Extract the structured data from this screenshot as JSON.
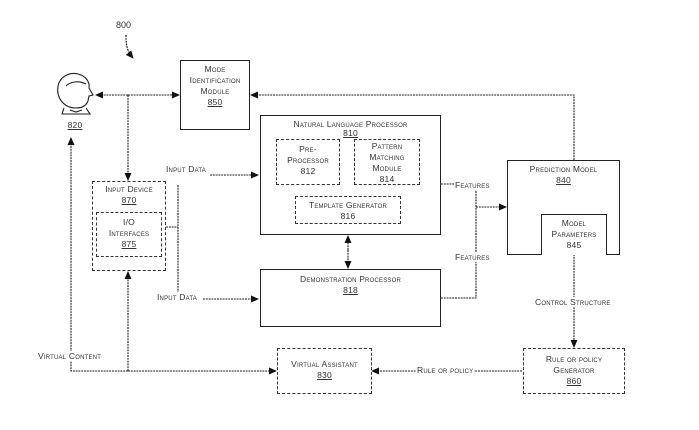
{
  "figure": {
    "ref": "800"
  },
  "user": {
    "ref": "820",
    "icon": "person-head-icon"
  },
  "nodes": {
    "mode_identification": {
      "title_lines": [
        "Mode",
        "Identification",
        "Module"
      ],
      "ref": "850"
    },
    "natural_language_processor": {
      "title": "Natural Language Processor",
      "ref": "810"
    },
    "pre_processor": {
      "title_lines": [
        "Pre-",
        "Processor"
      ],
      "ref": "812"
    },
    "pattern_matching": {
      "title_lines": [
        "Pattern",
        "Matching",
        "Module"
      ],
      "ref": "814"
    },
    "template_generator": {
      "title": "Template Generator",
      "ref": "816"
    },
    "demonstration_processor": {
      "title": "Demonstration Processor",
      "ref": "818"
    },
    "input_device": {
      "title": "Input Device",
      "ref": "870"
    },
    "io_interfaces": {
      "title_lines": [
        "I/O",
        "Interfaces"
      ],
      "ref": "875"
    },
    "prediction_model": {
      "title": "Prediction Model",
      "ref": "840"
    },
    "model_parameters": {
      "title_lines": [
        "Model",
        "Parameters"
      ],
      "ref": "845"
    },
    "rule_policy_generator": {
      "title_lines": [
        "Rule or policy",
        "Generator"
      ],
      "ref": "860"
    },
    "virtual_assistant": {
      "title": "Virtual Assistant",
      "ref": "830"
    }
  },
  "edges": {
    "input_data_top": "Input Data",
    "input_data_bottom": "Input Data",
    "features_top": "Features",
    "features_bottom": "Features",
    "control_structure": "Control Structure",
    "rule_or_policy": "Rule or policy",
    "virtual_content": "Virtual Content"
  }
}
